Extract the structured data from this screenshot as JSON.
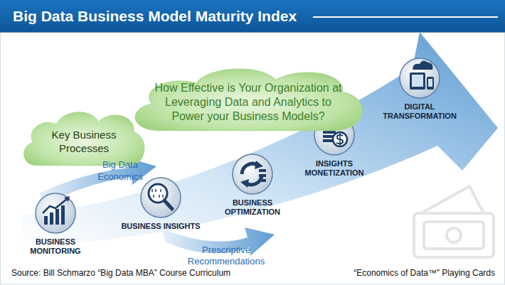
{
  "diagram": {
    "title": "Big Data Business Model Maturity Index",
    "nodes": [
      {
        "text": [
          "How Effective is Your Organization at Leveraging Data and Analytics to Power your Business Models?"
        ]
      },
      {
        "text": [
          "Key Business Processes"
        ]
      },
      {
        "text": [
          "BUSINESS MONITORING"
        ]
      },
      {
        "text": [
          "BUSINESS INSIGHTS"
        ]
      },
      {
        "text": [
          "BUSINESS OPTIMIZATION"
        ]
      },
      {
        "text": [
          "INSIGHTS MONETIZATION"
        ]
      },
      {
        "text": [
          "DIGITAL TRANSFORMATION"
        ]
      }
    ],
    "labels": [
      "Big Data Economics",
      "Prescriptive Recommendations",
      "Source: Bill Schmarzo “Big Data MBA” Course Curriculum",
      "“Economics of Data™” Playing Cards"
    ]
  }
}
